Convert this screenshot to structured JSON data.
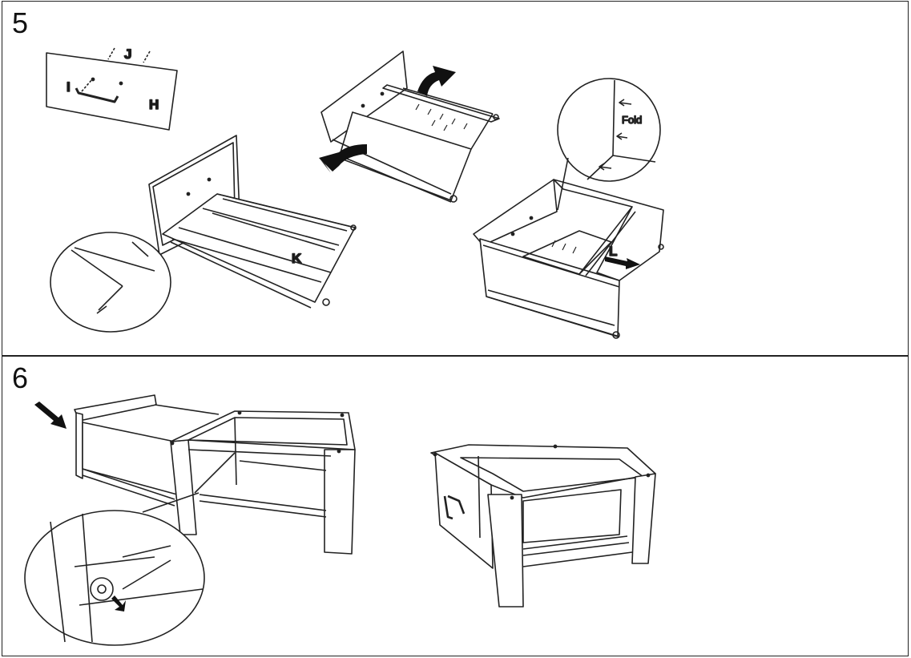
{
  "steps": [
    {
      "number": "5",
      "parts": {
        "handle_screw": "I",
        "screw_spacing": "J",
        "drawer_front": "H",
        "drawer_bottom": "K",
        "drawer_slide": "L"
      },
      "fold_note": "Fold"
    },
    {
      "number": "6"
    }
  ],
  "colors": {
    "line": "#222222",
    "fill": "#ffffff",
    "arrow": "#111111"
  }
}
